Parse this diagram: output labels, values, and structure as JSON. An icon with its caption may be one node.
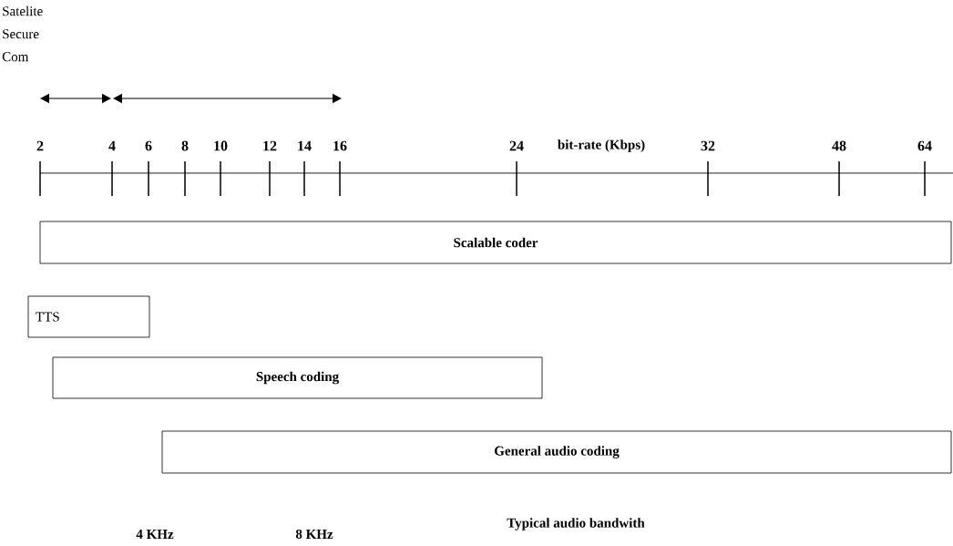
{
  "diagram": {
    "nodes": [
      {
        "text": [
          "Scalable coder"
        ]
      },
      {
        "text": [
          "TTS"
        ]
      },
      {
        "text": [
          "Speech coding"
        ]
      },
      {
        "text": [
          "General audio coding"
        ]
      }
    ],
    "labels": [
      "Satelite Secure Com",
      "2",
      "4",
      "6",
      "8",
      "10",
      "12",
      "14",
      "16",
      "24",
      "bit-rate (Kbps)",
      "32",
      "48",
      "64",
      "Typical audio bandwith",
      "4 KHz",
      "8 KHz"
    ]
  }
}
